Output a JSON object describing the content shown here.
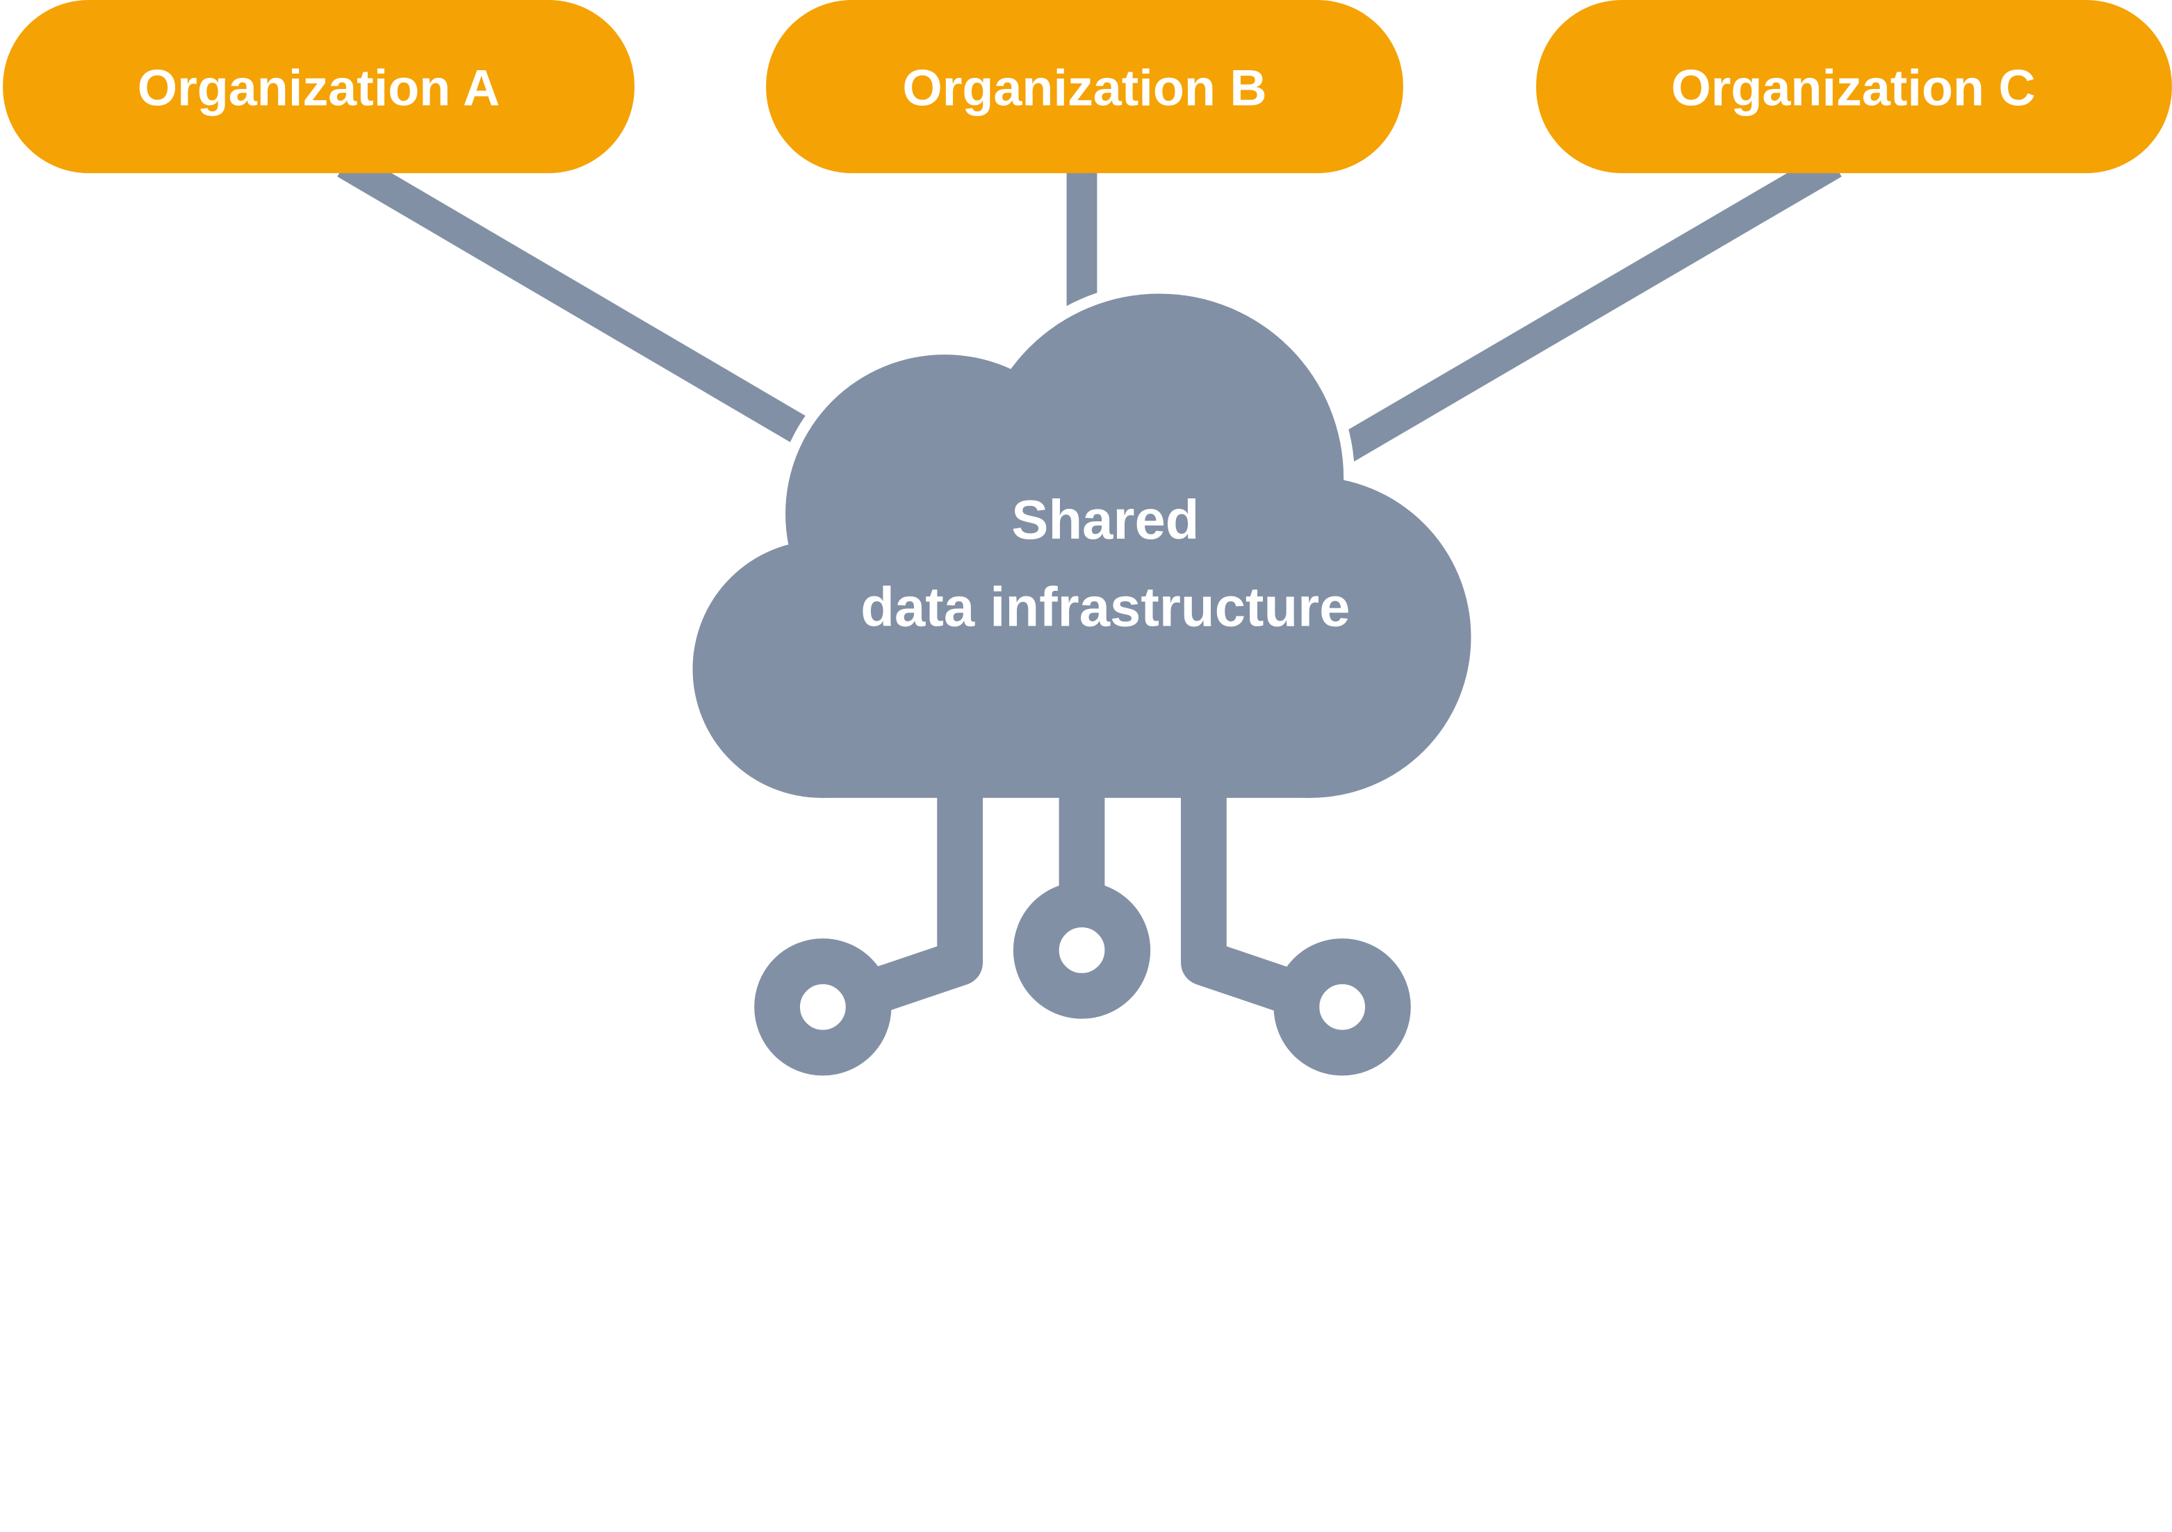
{
  "organizations": [
    {
      "label": "Organization A"
    },
    {
      "label": "Organization B"
    },
    {
      "label": "Organization C"
    }
  ],
  "cloud": {
    "line1": "Shared",
    "line2": "data infrastructure"
  },
  "colors": {
    "org": "#f5a205",
    "cloud": "#8190a5",
    "text": "#ffffff"
  }
}
